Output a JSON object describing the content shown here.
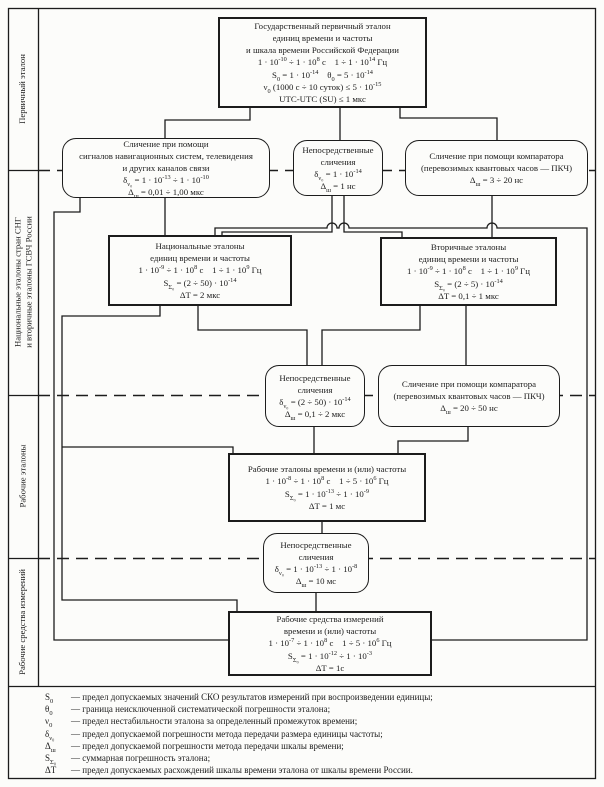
{
  "colors": {
    "ink": "#1c1c1c",
    "paper": "#fcfcfa"
  },
  "sidebar": {
    "sections": [
      {
        "label": "Первичный эталон"
      },
      {
        "label": "Национальные эталоны стран СНГ\nи вторичные эталоны ГСВЧ России"
      },
      {
        "label": "Рабочие эталоны"
      },
      {
        "label": "Рабочие средства измерений"
      }
    ]
  },
  "boxes": {
    "primary": {
      "lines": [
        "Государственный первичный эталон",
        "единиц времени и частоты",
        "и шкала времени Российской Федерации",
        "1 · 10^{-10} ÷ 1 · 10^{8} с  1 ÷ 1 · 10^{14} Гц",
        "S_{0} = 1 · 10^{-14}  θ_{0} = 5 · 10^{-14}",
        "ν_{0} (1000 с ÷ 10 суток) ≤ 5 · 10^{-15}",
        "UTC-UTC (SU) ≤ 1 мкс"
      ]
    },
    "nav_signals": {
      "lines": [
        "Сличение при помощи",
        "сигналов навигационных систем, телевидения",
        "и других каналов связи",
        "δ_{ν₀} = 1 · 10^{-13} ÷ 1 · 10^{-10}",
        "Δ_{ш} = 0,01 ÷ 1,00 мкс"
      ]
    },
    "direct_top": {
      "lines": [
        "Непосредственные",
        "сличения",
        "δ_{ν₀} = 1 · 10^{-14}",
        "Δ_{ш} = 1 нс"
      ]
    },
    "pkch_top": {
      "lines": [
        "Сличение при помощи компаратора",
        "(перевозимых квантовых часов — ПКЧ)",
        "Δ_{ш} = 3 ÷ 20 нс"
      ]
    },
    "national": {
      "lines": [
        "Национальные эталоны",
        "единиц времени и частоты",
        "1 · 10^{-9} ÷ 1 · 10^{8} с  1 ÷ 1 · 10^{9} Гц",
        "S_{Σ₀} = (2 ÷ 50) · 10^{-14}",
        "ΔT = 2 мкс"
      ]
    },
    "secondary": {
      "lines": [
        "Вторичные эталоны",
        "единиц времени и частоты",
        "1 · 10^{-9} ÷ 1 · 10^{8} с  1 ÷ 1 · 10^{9} Гц",
        "S_{Σ₀} = (2 ÷ 5) · 10^{-14}",
        "ΔT = 0,1 ÷ 1 мкс"
      ]
    },
    "direct_mid": {
      "lines": [
        "Непосредственные",
        "сличения",
        "δ_{ν₀} = (2 ÷ 50) · 10^{-14}",
        "Δ_{ш} = 0,1 ÷ 2 мкс"
      ]
    },
    "pkch_mid": {
      "lines": [
        "Сличение при помощи компаратора",
        "(перевозимых квантовых часов — ПКЧ)",
        "Δ_{ш} = 20 ÷ 50 нс"
      ]
    },
    "working_standards": {
      "lines": [
        "Рабочие эталоны времени и (или) частоты",
        "1 · 10^{-8} ÷ 1 · 10^{8} с  1 ÷ 5 · 10^{6} Гц",
        "S_{Σ₀} = 1 · 10^{-13} ÷ 1 · 10^{-9}",
        "ΔT = 1 мс"
      ]
    },
    "direct_low": {
      "lines": [
        "Непосредственные",
        "сличения",
        "δ_{ν₀} = 1 · 10^{-13} ÷ 1 · 10^{-8}",
        "Δ_{ш} = 10 мс"
      ]
    },
    "working_mi": {
      "lines": [
        "Рабочие средства измерений",
        "времени и (или) частоты",
        "1 · 10^{-7} ÷ 1 · 10^{8} с  1 ÷ 5 · 10^{6} Гц",
        "S_{Σ₀} = 1 · 10^{-12} ÷ 1 · 10^{-3}",
        "ΔT = 1с"
      ]
    }
  },
  "legend": {
    "items": [
      {
        "sym": "S_{0}",
        "text": "—  предел допускаемых значений СКО результатов измерений при воспроизведении единицы;"
      },
      {
        "sym": "θ_{0}",
        "text": "—  граница неисключенной систематической погрешности эталона;"
      },
      {
        "sym": "ν_{0}",
        "text": "—  предел нестабильности эталона за определенный промежуток времени;"
      },
      {
        "sym": "δ_{ν₀}",
        "text": "—  предел допускаемой погрешности метода передачи размера единицы частоты;"
      },
      {
        "sym": "Δ_{ш}",
        "text": "—  предел допускаемой погрешности метода передачи шкалы времени;"
      },
      {
        "sym": "S_{Σ₀}",
        "text": "—  суммарная погрешность эталона;"
      },
      {
        "sym": "ΔT",
        "text": "—  предел допускаемых расхождений шкалы времени эталона от шкалы времени России."
      }
    ]
  }
}
